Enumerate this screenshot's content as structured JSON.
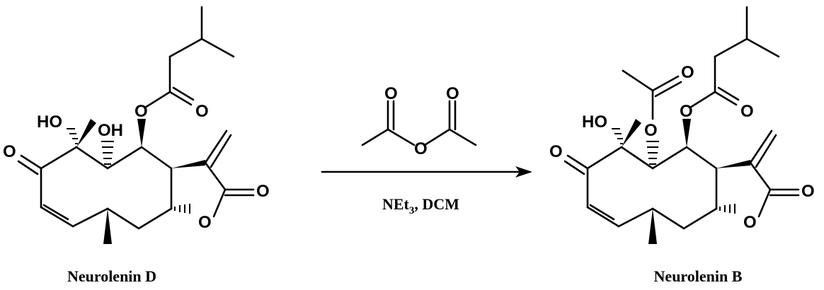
{
  "reactant": {
    "name": "Neurolenin D",
    "atoms": {
      "oh1": "HO",
      "oh2": "OH",
      "ketone_o": "O",
      "ester_o": "O",
      "carbonyl_o": "O",
      "lactone_co": "O",
      "lactone_o": "O"
    }
  },
  "product": {
    "name": "Neurolenin B",
    "atoms": {
      "oh1": "HO",
      "acetyl_co": "O",
      "acetyl_o": "O",
      "ester_o": "O",
      "carbonyl_o": "O",
      "ketone_o": "O",
      "lactone_co": "O",
      "lactone_o": "O"
    }
  },
  "reagent": {
    "atoms": {
      "co_left": "O",
      "co_right": "O",
      "bridge_o": "O"
    }
  },
  "conditions": {
    "base": "NEt",
    "base_subscript": "3",
    "solvent": ", DCM"
  }
}
